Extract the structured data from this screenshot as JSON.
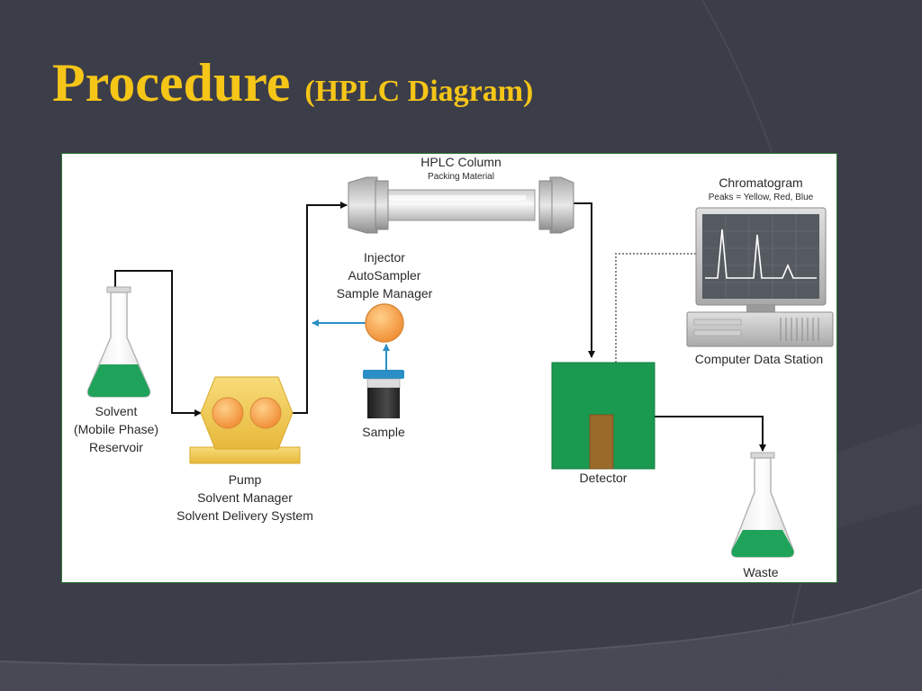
{
  "slide": {
    "title": "Procedure",
    "subtitle": "(HPLC Diagram)",
    "colors": {
      "title": "#f5c518",
      "background": "#3c3e4a",
      "solvent": "#1fa35a",
      "detector": "#1a9a50",
      "pump": "#f0c850",
      "injector": "#f5a34a"
    }
  },
  "diagram": {
    "column": {
      "title": "HPLC Column",
      "subtitle": "Packing Material"
    },
    "injector": {
      "line1": "Injector",
      "line2": "AutoSampler",
      "line3": "Sample Manager"
    },
    "chromatogram": {
      "title": "Chromatogram",
      "subtitle": "Peaks = Yellow, Red, Blue"
    },
    "station": {
      "label": "Computer Data Station"
    },
    "solvent": {
      "line1": "Solvent",
      "line2": "(Mobile Phase)",
      "line3": "Reservoir"
    },
    "sample": {
      "label": "Sample"
    },
    "pump": {
      "line1": "Pump",
      "line2": "Solvent Manager",
      "line3": "Solvent Delivery System"
    },
    "detector": {
      "label": "Detector"
    },
    "waste": {
      "label": "Waste"
    }
  }
}
